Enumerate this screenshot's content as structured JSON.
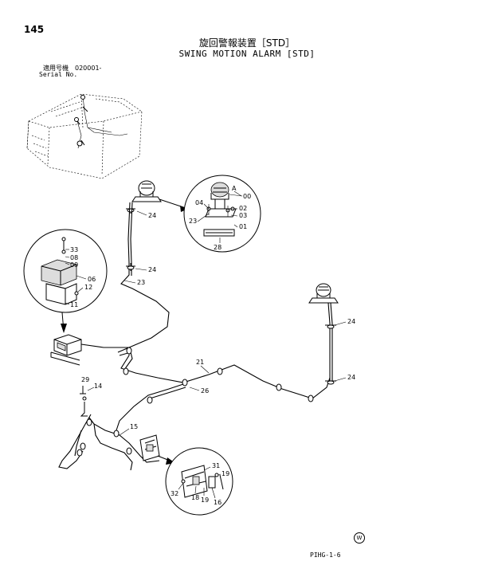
{
  "header": {
    "page_number": "145",
    "title_jp": "旋回警報装置［STD］",
    "title_en": "SWING MOTION ALARM [STD]",
    "serial_label_jp": "適用号機　020001-",
    "serial_label_en": "Serial No."
  },
  "footer": {
    "code": "PIHG-1-6",
    "mark": "W"
  },
  "callouts": {
    "lamp_detail": [
      "A",
      "00",
      "02",
      "03",
      "01",
      "04",
      "23",
      "28"
    ],
    "lamp_left_clip": "24",
    "lamp_left_clip2": "24",
    "harness_23": "23",
    "box_detail": [
      "33",
      "08",
      "09",
      "06",
      "12",
      "11"
    ],
    "harness_21": "21",
    "harness_26": "26",
    "harness_15": "15",
    "parts_29": "29",
    "parts_14": "14",
    "right_clips": [
      "24",
      "24"
    ],
    "bracket_detail": [
      "31",
      "19",
      "32",
      "18",
      "19",
      "16"
    ]
  }
}
